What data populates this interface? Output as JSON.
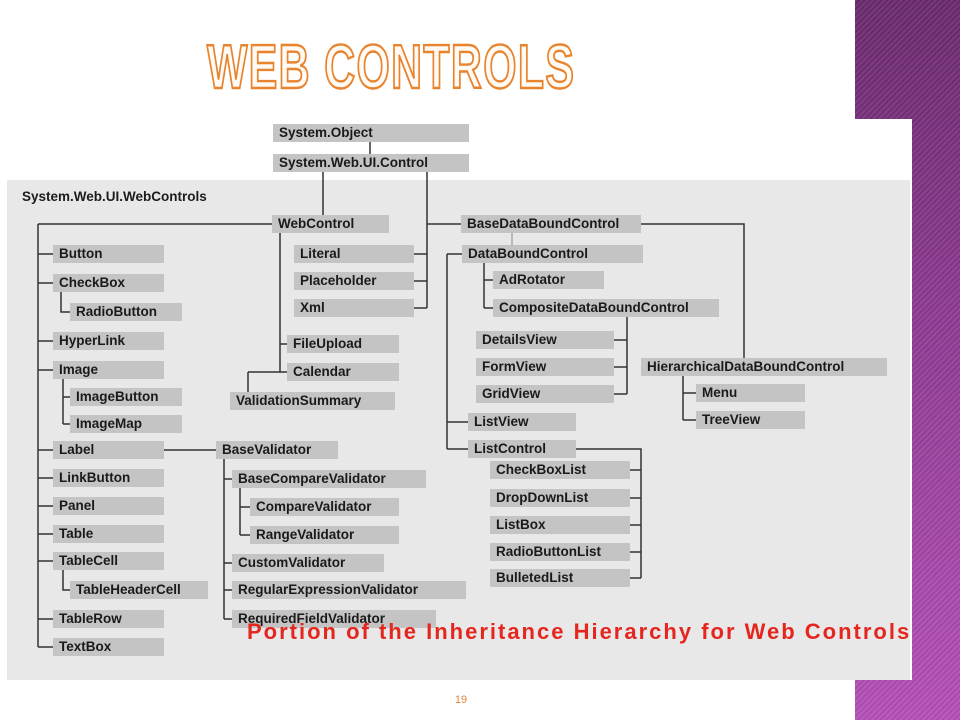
{
  "slide": {
    "title": "WEB CONTROLS",
    "caption": "Portion of the Inheritance Hierarchy for Web Controls",
    "page_number": "19",
    "colors": {
      "title_outline": "#e8832e",
      "caption_text": "#e5261f",
      "page_number": "#e0843a",
      "side_band_top": "#6b2a6e",
      "side_band_bottom": "#b550b8"
    }
  },
  "diagram": {
    "namespace_label": "System.Web.UI.WebControls",
    "nodes": {
      "system_object": "System.Object",
      "system_web_ui_control": "System.Web.UI.Control",
      "web_control": "WebControl",
      "base_data_bound_control": "BaseDataBoundControl",
      "literal": "Literal",
      "data_bound_control": "DataBoundControl",
      "placeholder": "Placeholder",
      "ad_rotator": "AdRotator",
      "xml": "Xml",
      "composite_data_bound_control": "CompositeDataBoundControl",
      "button": "Button",
      "check_box": "CheckBox",
      "radio_button": "RadioButton",
      "hyper_link": "HyperLink",
      "image": "Image",
      "image_button": "ImageButton",
      "image_map": "ImageMap",
      "label": "Label",
      "link_button": "LinkButton",
      "panel": "Panel",
      "table": "Table",
      "table_cell": "TableCell",
      "table_header_cell": "TableHeaderCell",
      "table_row": "TableRow",
      "text_box": "TextBox",
      "file_upload": "FileUpload",
      "calendar": "Calendar",
      "validation_summary": "ValidationSummary",
      "base_validator": "BaseValidator",
      "base_compare_validator": "BaseCompareValidator",
      "compare_validator": "CompareValidator",
      "range_validator": "RangeValidator",
      "custom_validator": "CustomValidator",
      "regular_expression_validator": "RegularExpressionValidator",
      "required_field_validator": "RequiredFieldValidator",
      "details_view": "DetailsView",
      "form_view": "FormView",
      "grid_view": "GridView",
      "hierarchical_data_bound_control": "HierarchicalDataBoundControl",
      "menu": "Menu",
      "tree_view": "TreeView",
      "list_view": "ListView",
      "list_control": "ListControl",
      "check_box_list": "CheckBoxList",
      "drop_down_list": "DropDownList",
      "list_box": "ListBox",
      "radio_button_list": "RadioButtonList",
      "bulleted_list": "BulletedList"
    }
  }
}
